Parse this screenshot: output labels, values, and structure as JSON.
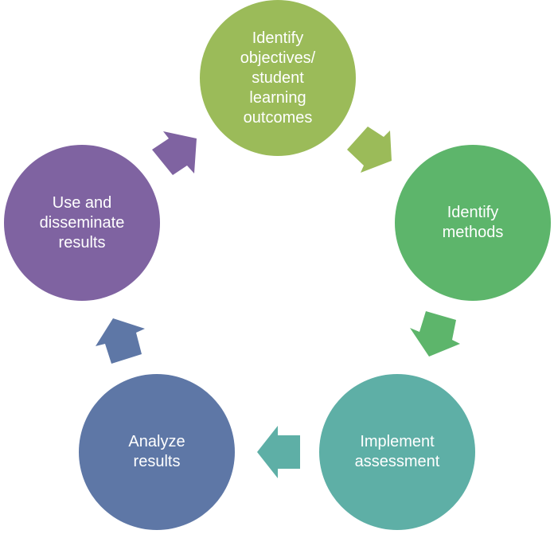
{
  "title": "Assessment cycle",
  "nodes": [
    {
      "id": "objectives",
      "label": "Identify\nobjectives/\nstudent\nlearning\noutcomes",
      "color": "#9BBB59"
    },
    {
      "id": "methods",
      "label": "Identify\nmethods",
      "color": "#5DB56B"
    },
    {
      "id": "implement",
      "label": "Implement\nassessment",
      "color": "#5EAFA6"
    },
    {
      "id": "analyze",
      "label": "Analyze\nresults",
      "color": "#5E77A6"
    },
    {
      "id": "use",
      "label": "Use and\ndisseminate\nresults",
      "color": "#7F63A1"
    }
  ],
  "edges": [
    {
      "from": "objectives",
      "to": "methods",
      "color": "#9BBB59"
    },
    {
      "from": "methods",
      "to": "implement",
      "color": "#5DB56B"
    },
    {
      "from": "implement",
      "to": "analyze",
      "color": "#5EAFA6"
    },
    {
      "from": "analyze",
      "to": "use",
      "color": "#5E77A6"
    },
    {
      "from": "use",
      "to": "objectives",
      "color": "#7F63A1"
    }
  ]
}
